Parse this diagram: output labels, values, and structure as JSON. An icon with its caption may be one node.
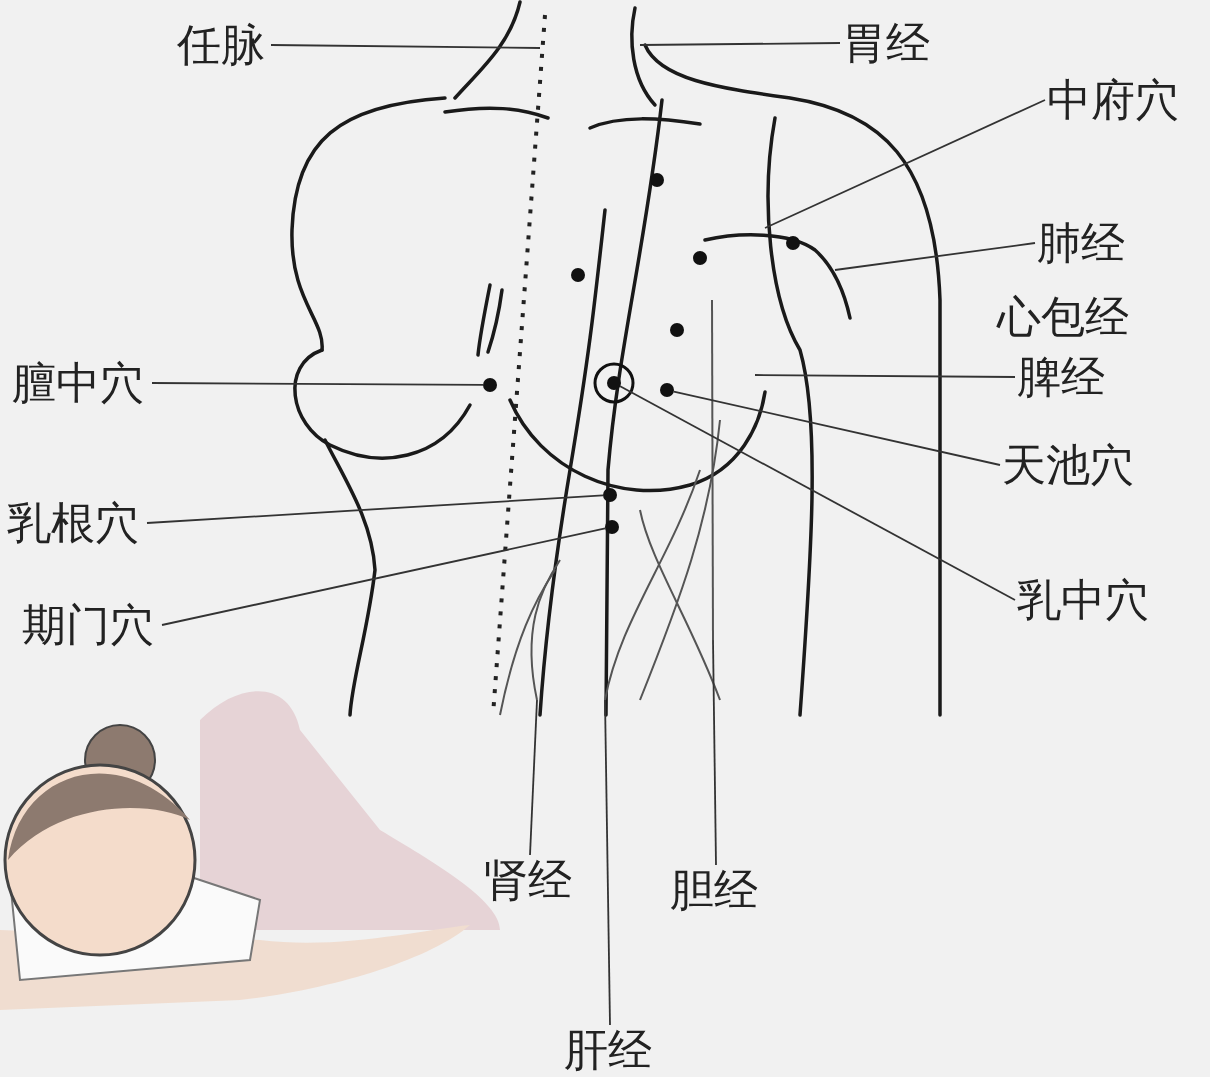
{
  "diagram": {
    "nodes": [
      {
        "text": [
          "任脉"
        ]
      },
      {
        "text": [
          "胃经"
        ]
      },
      {
        "text": [
          "中府穴"
        ]
      },
      {
        "text": [
          "肺经"
        ]
      },
      {
        "text": [
          "脾经"
        ]
      },
      {
        "text": [
          "天池穴"
        ]
      },
      {
        "text": [
          "乳中穴"
        ]
      },
      {
        "text": [
          "膻中穴"
        ]
      },
      {
        "text": [
          "乳根穴"
        ]
      },
      {
        "text": [
          "期门穴"
        ]
      },
      {
        "text": [
          "肾经"
        ]
      },
      {
        "text": [
          "胆经"
        ]
      },
      {
        "text": [
          "肝经"
        ]
      },
      {
        "text": [],
        "shape": "circle"
      },
      {
        "text": [],
        "shape": "circle"
      },
      {
        "text": [],
        "shape": "circle"
      },
      {
        "text": [],
        "shape": "circle"
      },
      {
        "text": [],
        "shape": "circle"
      }
    ],
    "edges": [
      {
        "from": 0,
        "to": null,
        "arrow": "none"
      },
      {
        "from": 1,
        "to": null,
        "arrow": "none"
      },
      {
        "from": 2,
        "to": null,
        "arrow": "none"
      },
      {
        "from": 3,
        "to": null,
        "arrow": "none"
      },
      {
        "from": 4,
        "to": null,
        "arrow": "none"
      },
      {
        "from": 5,
        "to": 13,
        "arrow": "none"
      },
      {
        "from": 6,
        "to": 14,
        "arrow": "none"
      },
      {
        "from": 7,
        "to": 15,
        "arrow": "none"
      },
      {
        "from": 8,
        "to": 16,
        "arrow": "none"
      },
      {
        "from": 9,
        "to": 17,
        "arrow": "none"
      },
      {
        "from": 10,
        "to": null,
        "arrow": "none"
      },
      {
        "from": 11,
        "to": null,
        "arrow": "none"
      },
      {
        "from": 12,
        "to": null,
        "arrow": "none"
      }
    ],
    "labels": [
      "心包经"
    ]
  }
}
